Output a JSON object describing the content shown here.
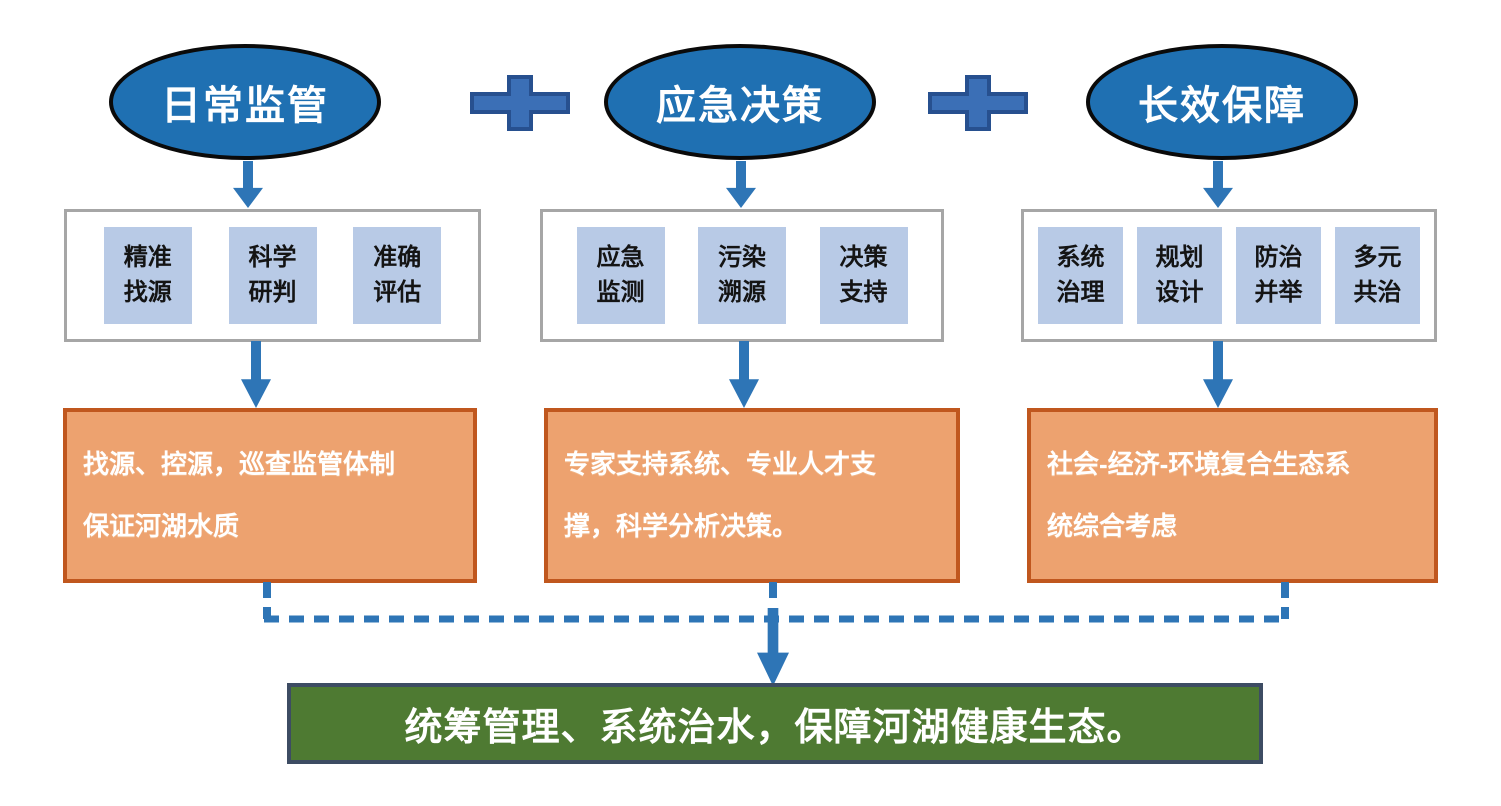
{
  "colors": {
    "ellipse_fill": "#1F70B2",
    "ellipse_border": "#0A0A0A",
    "plus_fill": "#3B6FB6",
    "plus_border": "#27508F",
    "arrow": "#2E75B6",
    "panel_border": "#A6A6A6",
    "chip_fill": "#B8CAE6",
    "summary_fill": "#EDA26F",
    "summary_border": "#C0571E",
    "conclusion_fill": "#4E7A32",
    "conclusion_border": "#3D4C63"
  },
  "columns": [
    {
      "title": "日常监管",
      "chips": [
        "精准\n找源",
        "科学\n研判",
        "准确\n评估"
      ],
      "summary": "找源、控源，巡查监管体制\n保证河湖水质"
    },
    {
      "title": "应急决策",
      "chips": [
        "应急\n监测",
        "污染\n溯源",
        "决策\n支持"
      ],
      "summary": "专家支持系统、专业人才支\n撑，科学分析决策。"
    },
    {
      "title": "长效保障",
      "chips": [
        "系统\n治理",
        "规划\n设计",
        "防治\n并举",
        "多元\n共治"
      ],
      "summary": "社会-经济-环境复合生态系\n统综合考虑"
    }
  ],
  "conclusion": "统筹管理、系统治水，保障河湖健康生态。"
}
